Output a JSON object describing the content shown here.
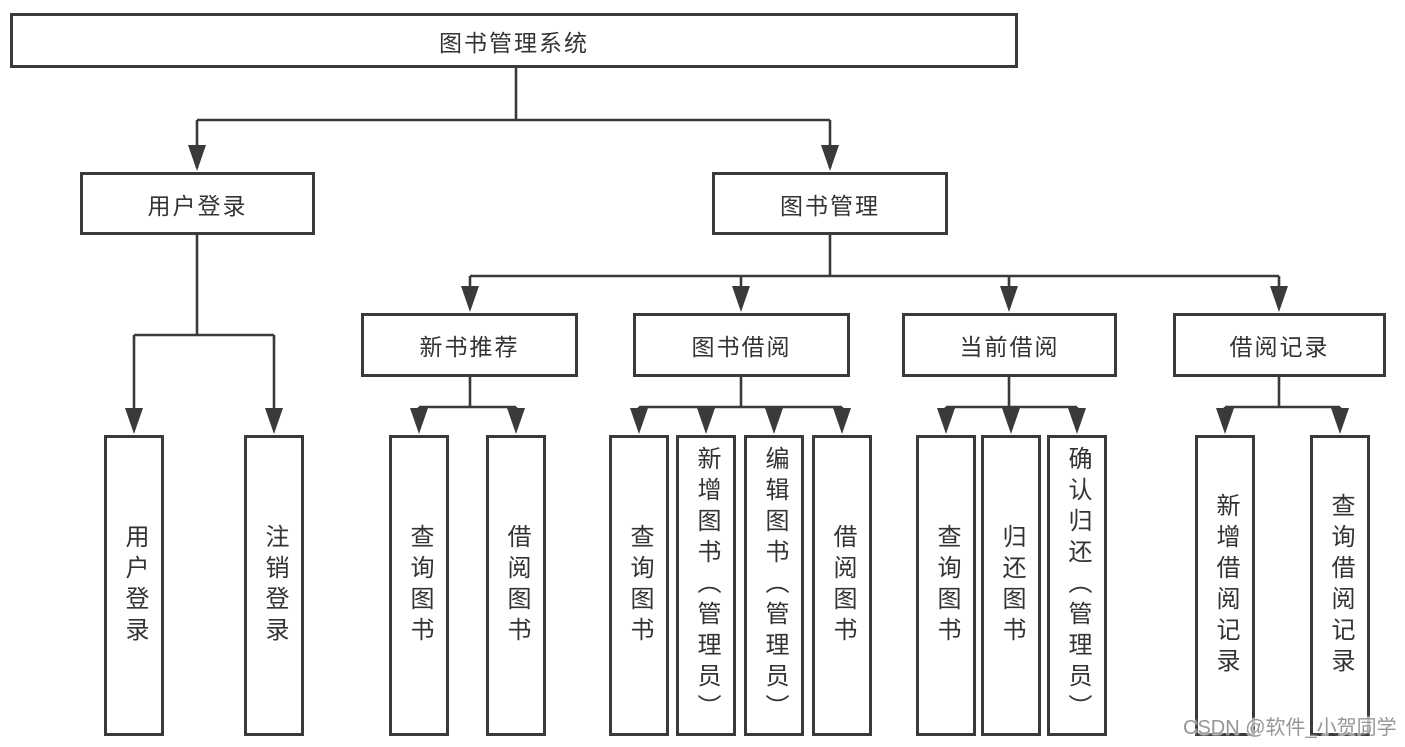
{
  "tree": {
    "label": "图书管理系统",
    "children": [
      {
        "label": "用户登录",
        "children": [
          {
            "label": "用户登录"
          },
          {
            "label": "注销登录"
          }
        ]
      },
      {
        "label": "图书管理",
        "children": [
          {
            "label": "新书推荐",
            "children": [
              {
                "label": "查询图书"
              },
              {
                "label": "借阅图书"
              }
            ]
          },
          {
            "label": "图书借阅",
            "children": [
              {
                "label": "查询图书"
              },
              {
                "label": "新增图书（管理员）"
              },
              {
                "label": "编辑图书（管理员）"
              },
              {
                "label": "借阅图书"
              }
            ]
          },
          {
            "label": "当前借阅",
            "children": [
              {
                "label": "查询图书"
              },
              {
                "label": "归还图书"
              },
              {
                "label": "确认归还（管理员）"
              }
            ]
          },
          {
            "label": "借阅记录",
            "children": [
              {
                "label": "新增借阅记录"
              },
              {
                "label": "查询借阅记录"
              }
            ]
          }
        ]
      }
    ]
  },
  "watermark": {
    "text": "CSDN @软件_小贺同学"
  },
  "colors": {
    "line": "#3a3a3a",
    "border": "#3a3a3a",
    "text": "#333333",
    "background": "#ffffff",
    "watermark": "#969696"
  }
}
